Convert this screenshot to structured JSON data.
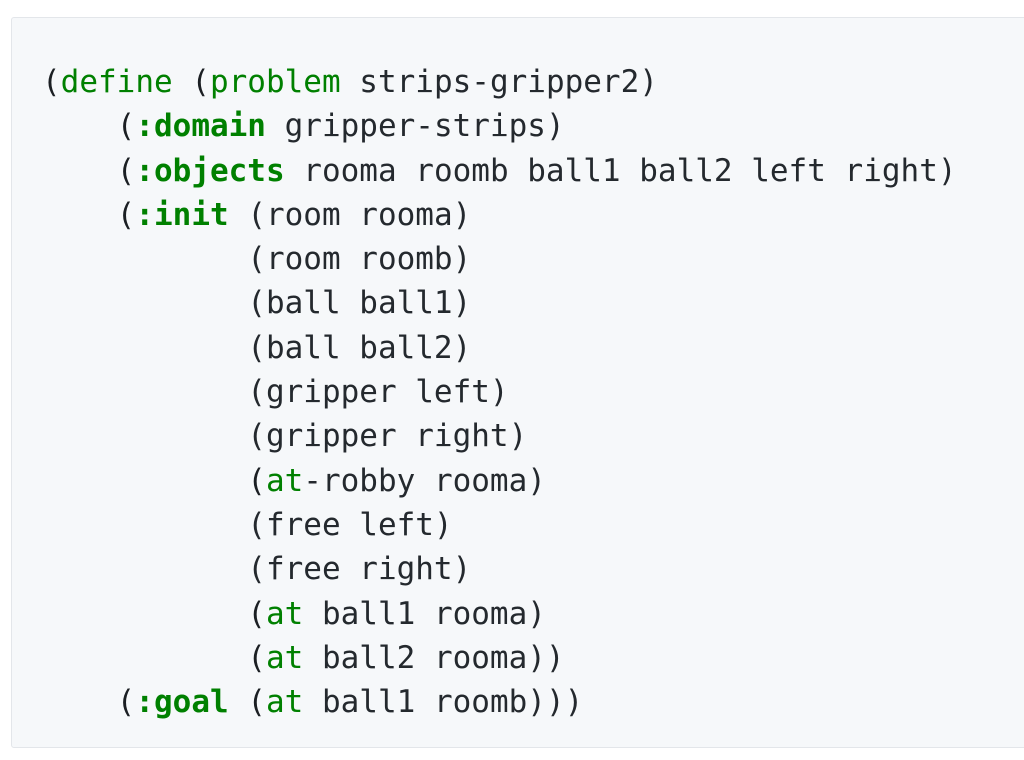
{
  "page": {
    "background_color": "#ffffff"
  },
  "code_block": {
    "name": "pddl-problem-code-block",
    "language": "pddl",
    "background_color": "#f6f8fa",
    "border_color": "#e3e6ea",
    "plain_text_color": "#24292e",
    "keyword_color": "#008000",
    "paren_color": "#1b1f23",
    "raw_text": "(define (problem strips-gripper2)\n    (:domain gripper-strips)\n    (:objects rooma roomb ball1 ball2 left right)\n    (:init (room rooma)\n           (room roomb)\n           (ball ball1)\n           (ball ball2)\n           (gripper left)\n           (gripper right)\n           (at-robby rooma)\n           (free left)\n           (free right)\n           (at ball1 rooma)\n           (at ball2 rooma))\n    (:goal (at ball1 roomb)))",
    "lines": [
      {
        "index": 1,
        "text": "(define (problem strips-gripper2)",
        "tokens": [
          {
            "t": "(",
            "c": "paren"
          },
          {
            "t": "define",
            "c": "kw"
          },
          {
            "t": " (",
            "c": "paren"
          },
          {
            "t": "problem",
            "c": "kw"
          },
          {
            "t": " strips-gripper2)",
            "c": "plain"
          }
        ]
      },
      {
        "index": 2,
        "text": "    (:domain gripper-strips)",
        "tokens": [
          {
            "t": "    (",
            "c": "paren"
          },
          {
            "t": ":domain",
            "c": "kw-bold"
          },
          {
            "t": " gripper-strips)",
            "c": "plain"
          }
        ]
      },
      {
        "index": 3,
        "text": "    (:objects rooma roomb ball1 ball2 left right)",
        "tokens": [
          {
            "t": "    (",
            "c": "paren"
          },
          {
            "t": ":objects",
            "c": "kw-bold"
          },
          {
            "t": " rooma roomb ball1 ball2 left right)",
            "c": "plain"
          }
        ]
      },
      {
        "index": 4,
        "text": "    (:init (room rooma)",
        "tokens": [
          {
            "t": "    (",
            "c": "paren"
          },
          {
            "t": ":init",
            "c": "kw-bold"
          },
          {
            "t": " (room rooma)",
            "c": "plain"
          }
        ]
      },
      {
        "index": 5,
        "text": "           (room roomb)",
        "tokens": [
          {
            "t": "           (room roomb)",
            "c": "plain"
          }
        ]
      },
      {
        "index": 6,
        "text": "           (ball ball1)",
        "tokens": [
          {
            "t": "           (ball ball1)",
            "c": "plain"
          }
        ]
      },
      {
        "index": 7,
        "text": "           (ball ball2)",
        "tokens": [
          {
            "t": "           (ball ball2)",
            "c": "plain"
          }
        ]
      },
      {
        "index": 8,
        "text": "           (gripper left)",
        "tokens": [
          {
            "t": "           (gripper left)",
            "c": "plain"
          }
        ]
      },
      {
        "index": 9,
        "text": "           (gripper right)",
        "tokens": [
          {
            "t": "           (gripper right)",
            "c": "plain"
          }
        ]
      },
      {
        "index": 10,
        "text": "           (at-robby rooma)",
        "tokens": [
          {
            "t": "           (",
            "c": "paren"
          },
          {
            "t": "at",
            "c": "kw"
          },
          {
            "t": "-robby rooma)",
            "c": "plain"
          }
        ]
      },
      {
        "index": 11,
        "text": "           (free left)",
        "tokens": [
          {
            "t": "           (free left)",
            "c": "plain"
          }
        ]
      },
      {
        "index": 12,
        "text": "           (free right)",
        "tokens": [
          {
            "t": "           (free right)",
            "c": "plain"
          }
        ]
      },
      {
        "index": 13,
        "text": "           (at ball1 rooma)",
        "tokens": [
          {
            "t": "           (",
            "c": "paren"
          },
          {
            "t": "at",
            "c": "kw"
          },
          {
            "t": " ball1 rooma)",
            "c": "plain"
          }
        ]
      },
      {
        "index": 14,
        "text": "           (at ball2 rooma))",
        "tokens": [
          {
            "t": "           (",
            "c": "paren"
          },
          {
            "t": "at",
            "c": "kw"
          },
          {
            "t": " ball2 rooma))",
            "c": "plain"
          }
        ]
      },
      {
        "index": 15,
        "text": "    (:goal (at ball1 roomb)))",
        "tokens": [
          {
            "t": "    (",
            "c": "paren"
          },
          {
            "t": ":goal",
            "c": "kw-bold"
          },
          {
            "t": " (",
            "c": "paren"
          },
          {
            "t": "at",
            "c": "kw"
          },
          {
            "t": " ball1 roomb)))",
            "c": "plain"
          }
        ]
      }
    ]
  }
}
